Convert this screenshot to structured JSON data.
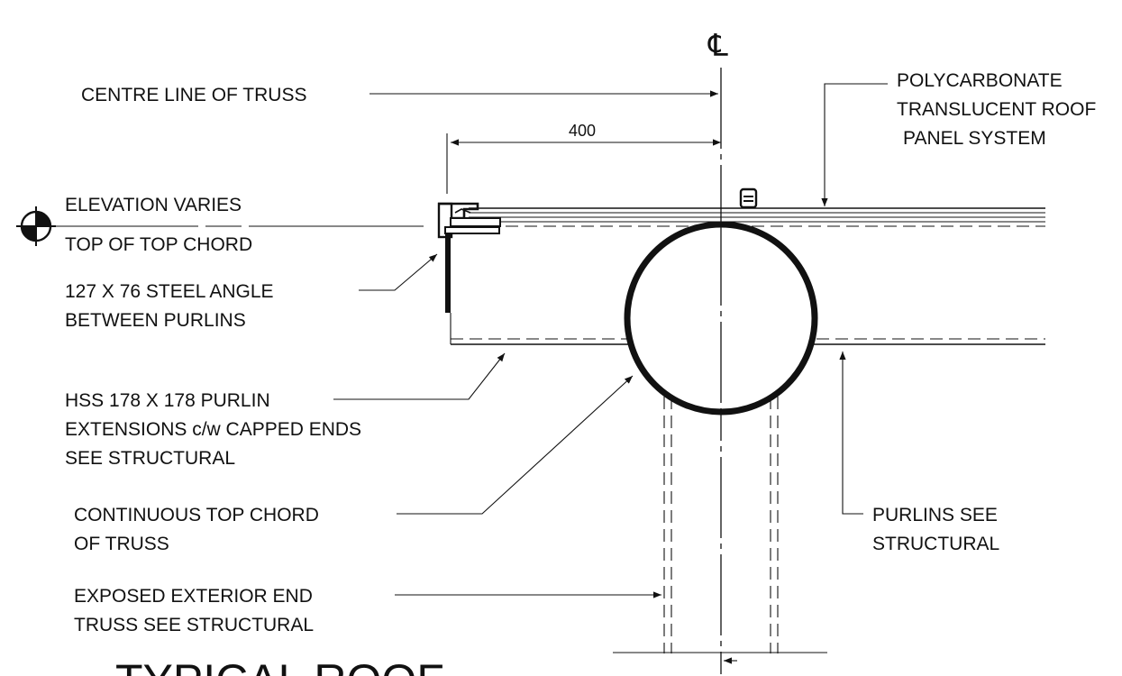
{
  "drawing": {
    "centreline_symbol": "℄",
    "dimension": "400",
    "title": "TYPICAL ROOF",
    "labels": {
      "centre_line": "CENTRE LINE OF TRUSS",
      "polycarbonate": [
        "POLYCARBONATE",
        "TRANSLUCENT ROOF",
        "PANEL SYSTEM"
      ],
      "elevation": "ELEVATION VARIES",
      "top_of_chord": "TOP OF TOP CHORD",
      "steel_angle": [
        "127 X 76 STEEL ANGLE",
        "BETWEEN PURLINS"
      ],
      "hss_purlin": [
        "HSS 178 X 178 PURLIN",
        "EXTENSIONS c/w CAPPED ENDS",
        "SEE STRUCTURAL"
      ],
      "top_chord": [
        "CONTINUOUS TOP CHORD",
        "OF TRUSS"
      ],
      "purlins": [
        "PURLINS SEE",
        "STRUCTURAL"
      ],
      "exposed_truss": [
        "EXPOSED EXTERIOR END",
        "TRUSS SEE STRUCTURAL"
      ]
    }
  }
}
